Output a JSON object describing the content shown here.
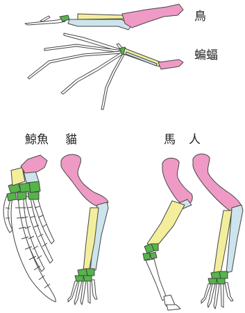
{
  "labels": {
    "bird": "鳥",
    "bat": "蝙蝠",
    "whale": "鯨魚",
    "cat": "貓",
    "horse": "馬",
    "human": "人"
  },
  "colors": {
    "humerus": "#ef9ac4",
    "radius": "#f3ee9c",
    "ulna": "#cde4ec",
    "carpals": "#55b548",
    "phalanges": "#ffffff",
    "outline": "#444444"
  }
}
